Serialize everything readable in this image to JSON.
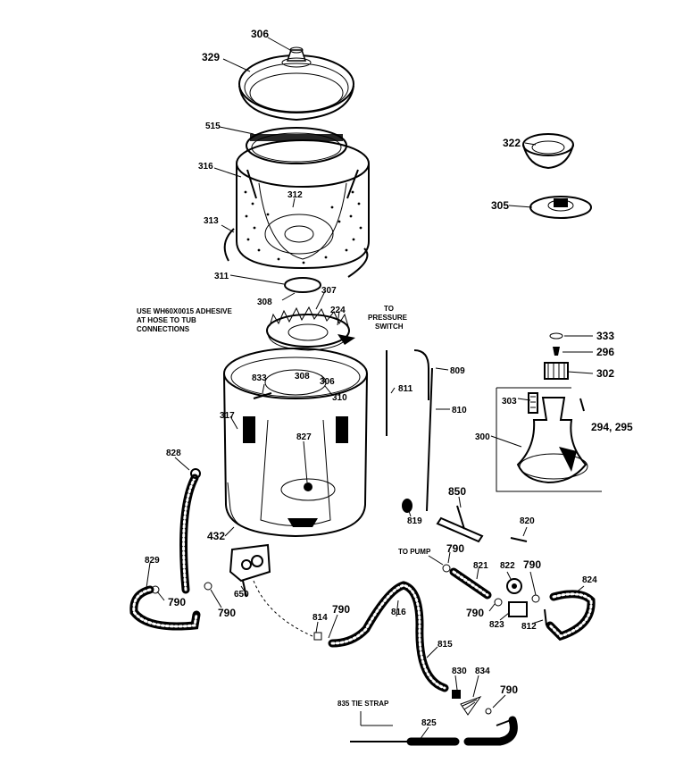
{
  "labels": {
    "p306_top": "306",
    "p329": "329",
    "p515": "515",
    "p316": "316",
    "p312": "312",
    "p313": "313",
    "p311": "311",
    "p308_top": "308",
    "p307": "307",
    "p224": "224",
    "p322": "322",
    "p305": "305",
    "p333": "333",
    "p296": "296",
    "p302": "302",
    "p303": "303",
    "p300": "300",
    "p294_295": "294, 295",
    "p809": "809",
    "p811": "811",
    "p810": "810",
    "p833": "833",
    "p308_mid": "308",
    "p306_mid": "306",
    "p310": "310",
    "p317": "317",
    "p827": "827",
    "p828": "828",
    "p432": "432",
    "p829": "829",
    "p790_a": "790",
    "p790_b": "790",
    "p650": "650",
    "p850": "850",
    "p819": "819",
    "p820": "820",
    "p790_c": "790",
    "p821": "821",
    "p822": "822",
    "p790_d": "790",
    "p824": "824",
    "p790_e": "790",
    "p823": "823",
    "p812": "812",
    "p814": "814",
    "p790_f": "790",
    "p816": "816",
    "p815": "815",
    "p830": "830",
    "p834": "834",
    "p790_g": "790",
    "p825": "825"
  },
  "notes": {
    "adhesive_1": "USE WH60X0015 ADHESIVE",
    "adhesive_2": "AT HOSE TO TUB",
    "adhesive_3": "CONNECTIONS",
    "pressure_1": "TO",
    "pressure_2": "PRESSURE",
    "pressure_3": "SWITCH",
    "to_pump": "TO PUMP",
    "tie_strap": "835 TIE STRAP"
  }
}
